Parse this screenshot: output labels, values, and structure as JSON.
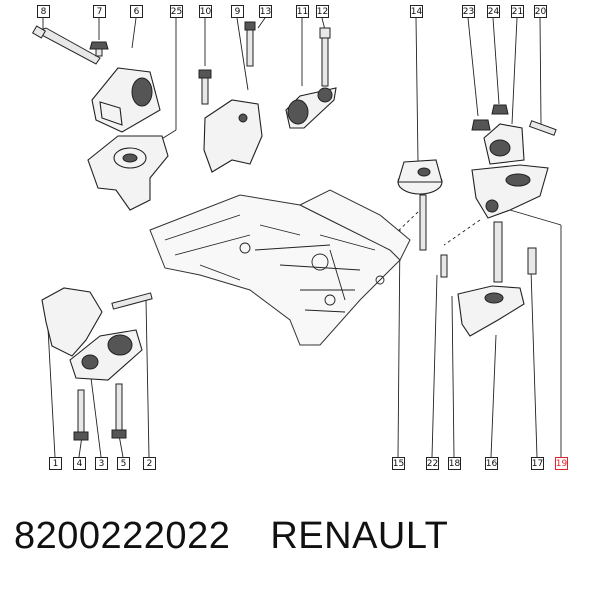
{
  "callouts": {
    "c8": "8",
    "c7": "7",
    "c6": "6",
    "c25": "25",
    "c10": "10",
    "c9": "9",
    "c13": "13",
    "c11": "11",
    "c12": "12",
    "c14": "14",
    "c23": "23",
    "c24": "24",
    "c21": "21",
    "c20": "20",
    "b1": "1",
    "b4": "4",
    "b3": "3",
    "b5": "5",
    "b2": "2",
    "b15": "15",
    "b22": "22",
    "b18": "18",
    "b16": "16",
    "b17": "17",
    "b19": "19"
  },
  "caption": {
    "part_number": "8200222022",
    "brand": "RENAULT"
  },
  "colors": {
    "highlight": "#e2232a",
    "ink": "#222222"
  }
}
